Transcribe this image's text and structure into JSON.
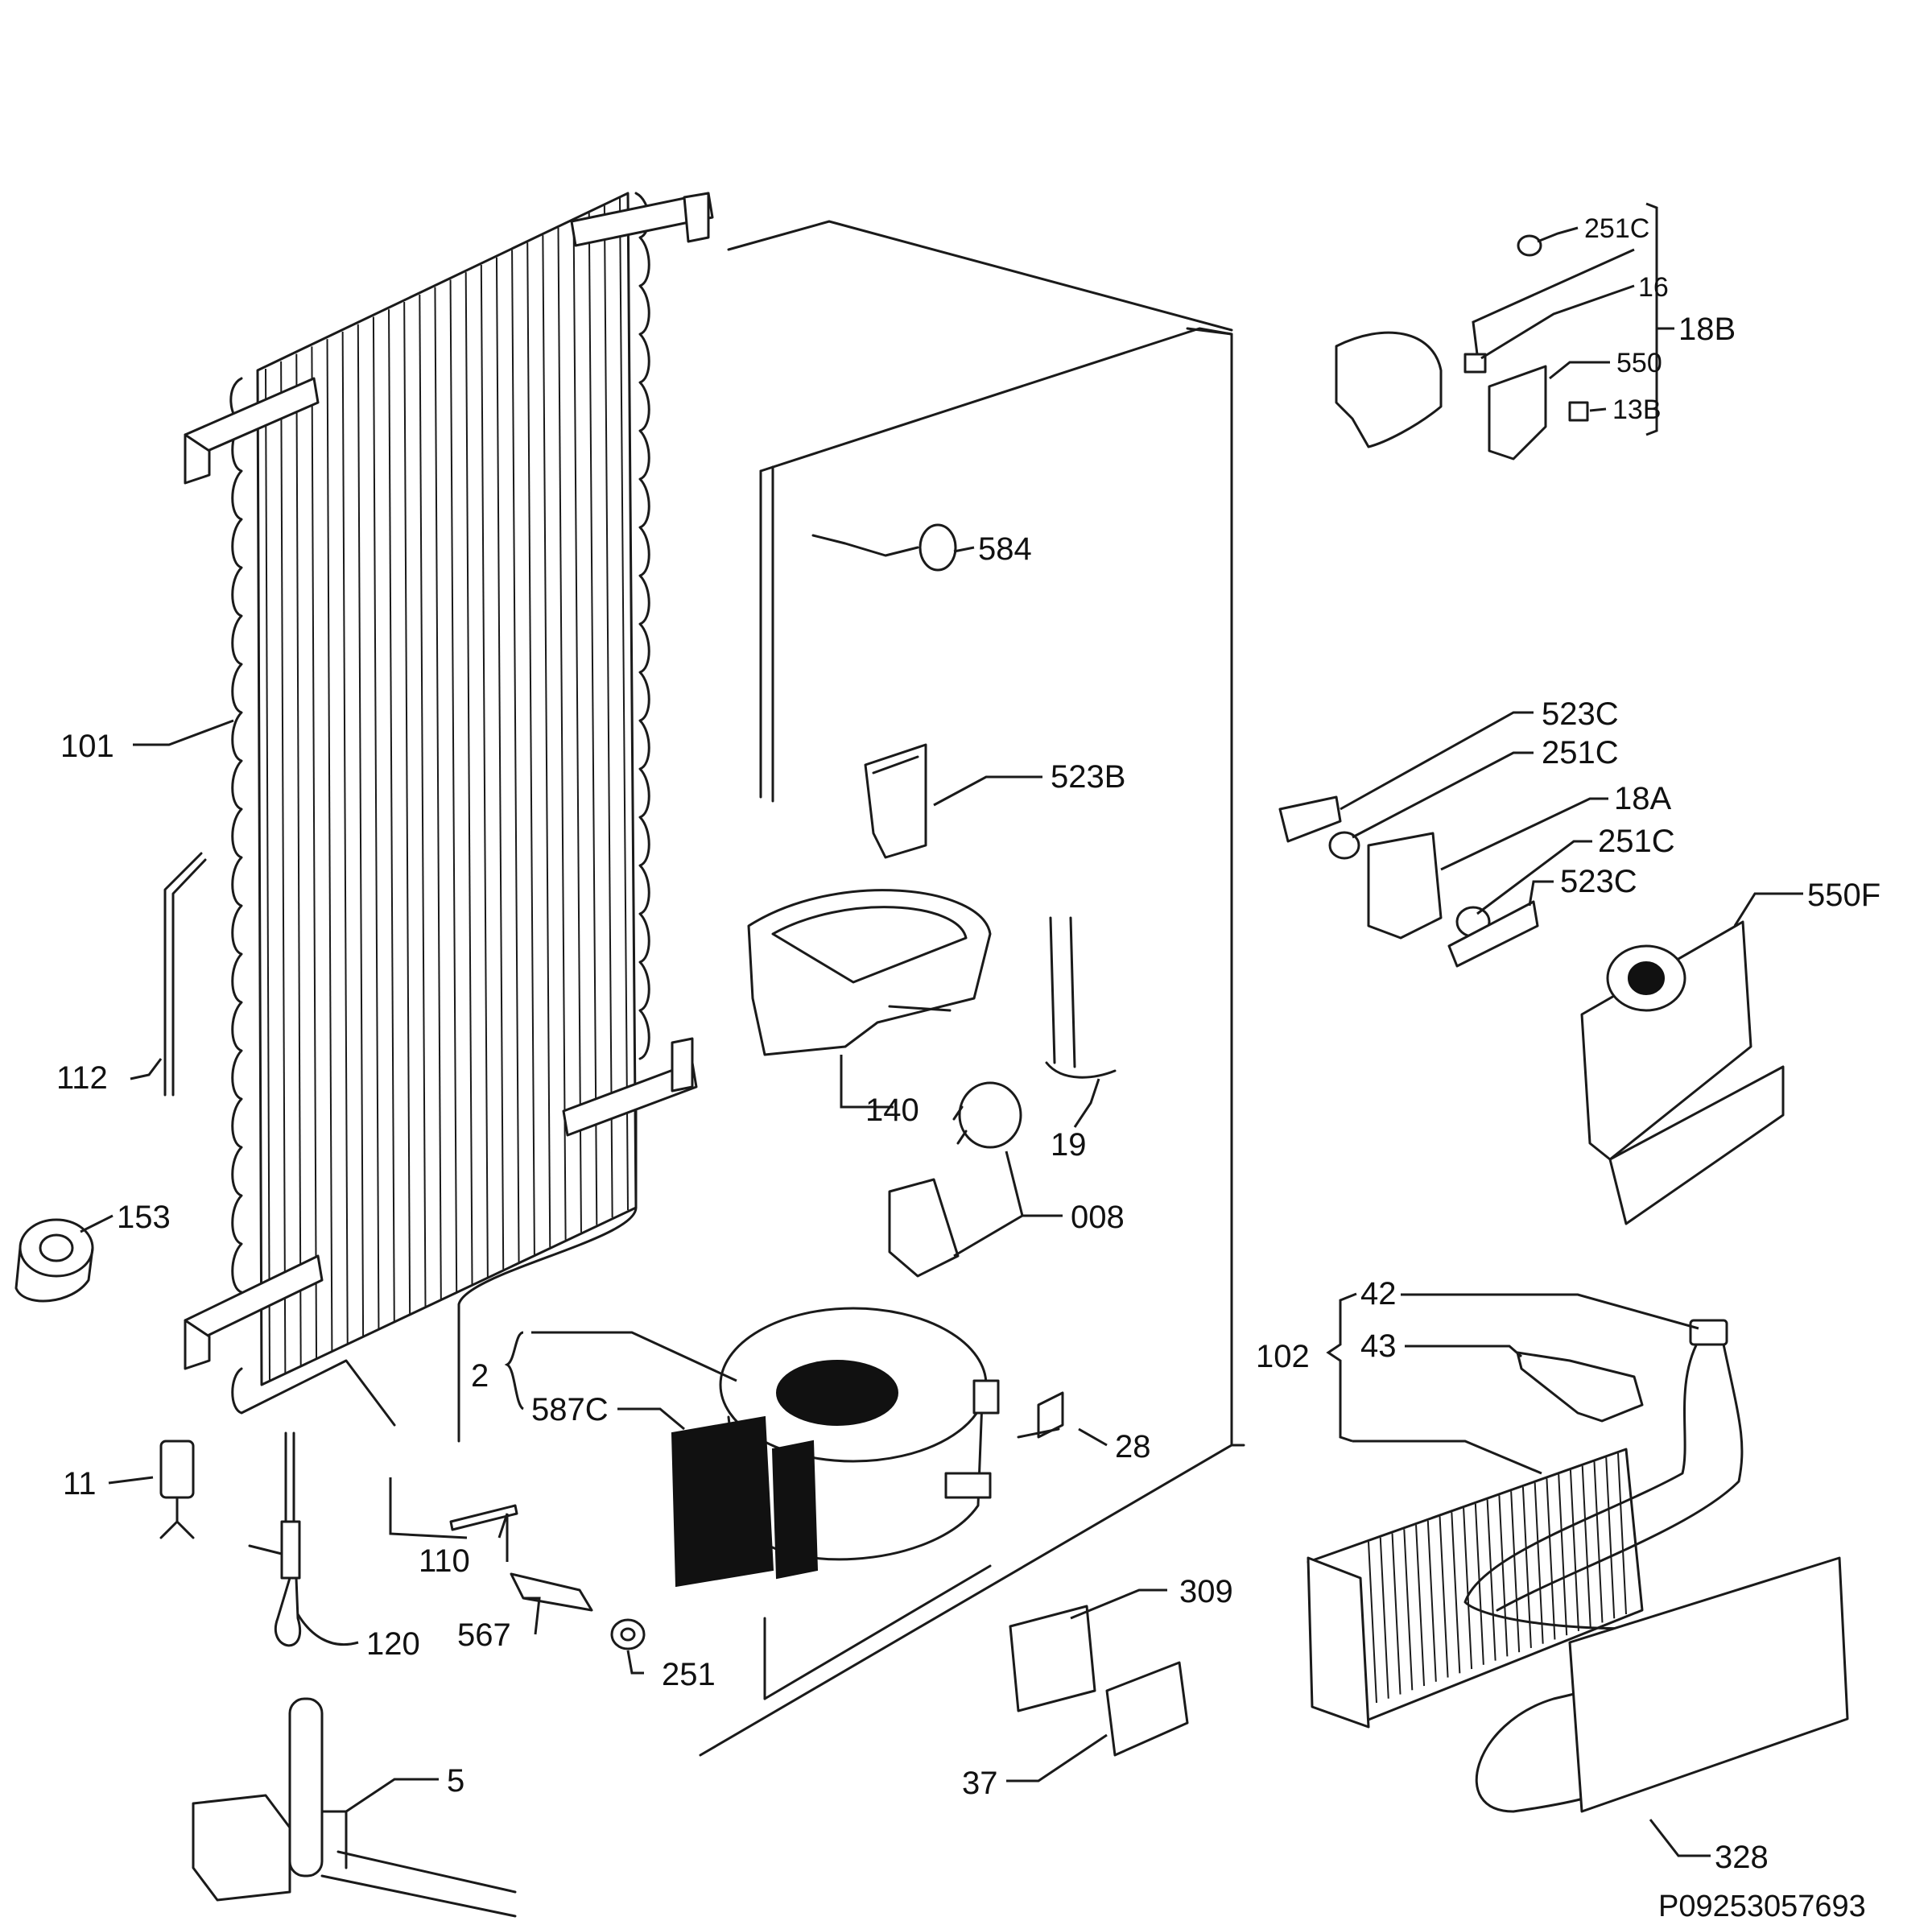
{
  "labels": {
    "p101": "101",
    "p112": "112",
    "p153": "153",
    "p11": "11",
    "p120": "120",
    "p110": "110",
    "p567": "567",
    "p251": "251",
    "p5": "5",
    "p2": "2",
    "p587C": "587C",
    "p28": "28",
    "p584": "584",
    "p523B": "523B",
    "p140": "140",
    "p19": "19",
    "p008": "008",
    "p309": "309",
    "p37": "37",
    "p251c_top": "251C",
    "p16": "16",
    "p550": "550",
    "p13B": "13B",
    "p18B": "18B",
    "p523c_a": "523C",
    "p251c_a": "251C",
    "p18A": "18A",
    "p251c_b": "251C",
    "p523c_b": "523C",
    "p550F": "550F",
    "p102": "102",
    "p42": "42",
    "p43": "43",
    "p328": "328"
  },
  "drawing_code": "P09253057693"
}
